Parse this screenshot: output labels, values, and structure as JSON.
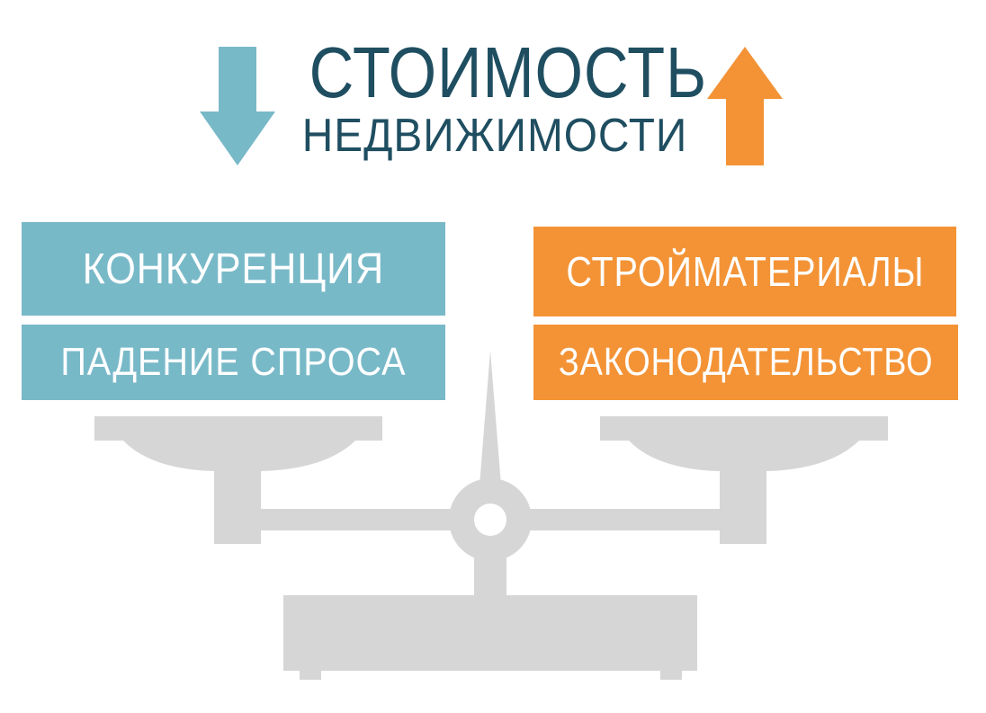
{
  "title": {
    "line1": "СТОИМОСТЬ",
    "line2": "НЕДВИЖИМОСТИ"
  },
  "left_pan": {
    "items": [
      {
        "label": "КОНКУРЕНЦИЯ"
      },
      {
        "label": "ПАДЕНИЕ СПРОСА"
      }
    ]
  },
  "right_pan": {
    "items": [
      {
        "label": "СТРОЙМАТЕРИАЛЫ"
      },
      {
        "label": "ЗАКОНОДАТЕЛЬСТВО"
      }
    ]
  },
  "icons": {
    "down": "arrow-down-icon",
    "up": "arrow-up-icon",
    "scales": "scales-icon"
  },
  "colors": {
    "title": "#1f4e61",
    "decrease": "#78b9c8",
    "increase": "#f39336",
    "scales": "#d6d6d6"
  }
}
